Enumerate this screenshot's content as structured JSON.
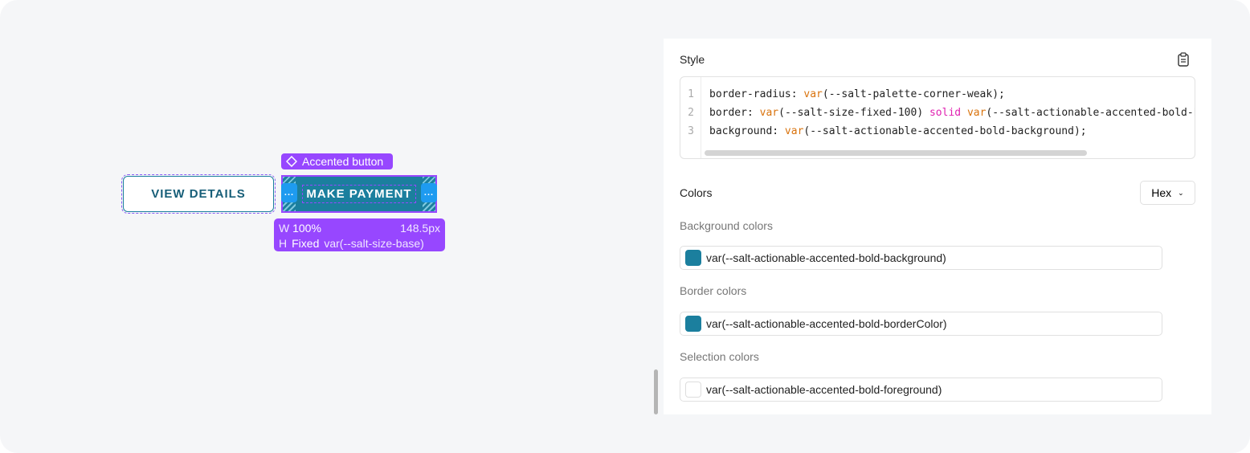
{
  "canvas": {
    "secondary_button": "VIEW DETAILS",
    "primary_button": "MAKE PAYMENT",
    "component_tag": "Accented button",
    "handle_label": "...",
    "size": {
      "w_label": "W",
      "w_value": "100%",
      "w_px": "148.5px",
      "h_label": "H",
      "h_mode": "Fixed",
      "h_value": "var(--salt-size-base)"
    }
  },
  "style": {
    "title": "Style",
    "lines": [
      {
        "n": "1",
        "prop": "border-radius: ",
        "fn": "var",
        "arg": "--salt-palette-corner-weak",
        "end": ");"
      },
      {
        "n": "2",
        "prop": "border: ",
        "fn": "var",
        "arg": "--salt-size-fixed-100",
        "mid": ") ",
        "kw": "solid",
        "fn2": "var",
        "arg2": "--salt-actionable-accented-bold-borderColor",
        "end": ");"
      },
      {
        "n": "3",
        "prop": "background: ",
        "fn": "var",
        "arg": "--salt-actionable-accented-bold-background",
        "end": ");"
      }
    ]
  },
  "colors": {
    "title": "Colors",
    "format": "Hex",
    "groups": [
      {
        "label": "Background colors",
        "value": "var(--salt-actionable-accented-bold-background)",
        "swatch": "#1b7f9e"
      },
      {
        "label": "Border colors",
        "value": "var(--salt-actionable-accented-bold-borderColor)",
        "swatch": "#1b7f9e"
      },
      {
        "label": "Selection colors",
        "value": "var(--salt-actionable-accented-bold-foreground)",
        "swatch": "#ffffff"
      }
    ]
  }
}
